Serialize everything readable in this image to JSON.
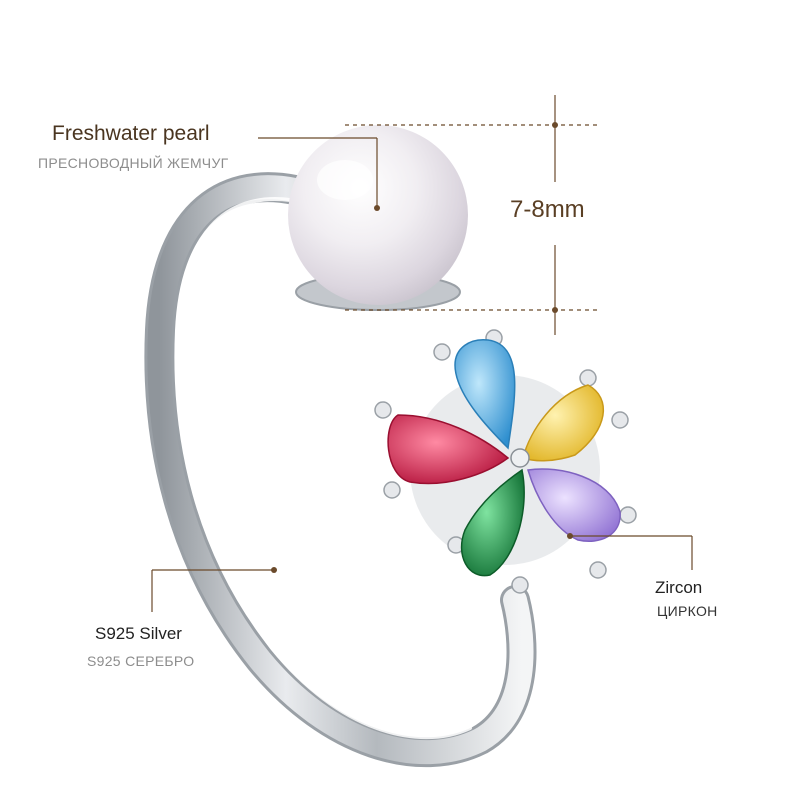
{
  "labels": {
    "pearl": {
      "en": "Freshwater pearl",
      "ru": "ПРЕСНОВОДНЫЙ ЖЕМЧУГ"
    },
    "size": "7-8mm",
    "zircon": {
      "en": "Zircon",
      "ru": "ЦИРКОН"
    },
    "silver": {
      "en": "S925 Silver",
      "ru": "S925 СЕРЕБРО"
    }
  },
  "colors": {
    "annotation": "#6b4a2b",
    "text_dark": "#4a3520",
    "text_muted": "#8d8d8d",
    "stone_blue": "#4fb1e6",
    "stone_yellow": "#f4d23e",
    "stone_red": "#d8244a",
    "stone_green": "#1e9a48",
    "stone_purple": "#b79be6",
    "silver": "#c9ccd0",
    "pearl": "#f3f1f3"
  }
}
